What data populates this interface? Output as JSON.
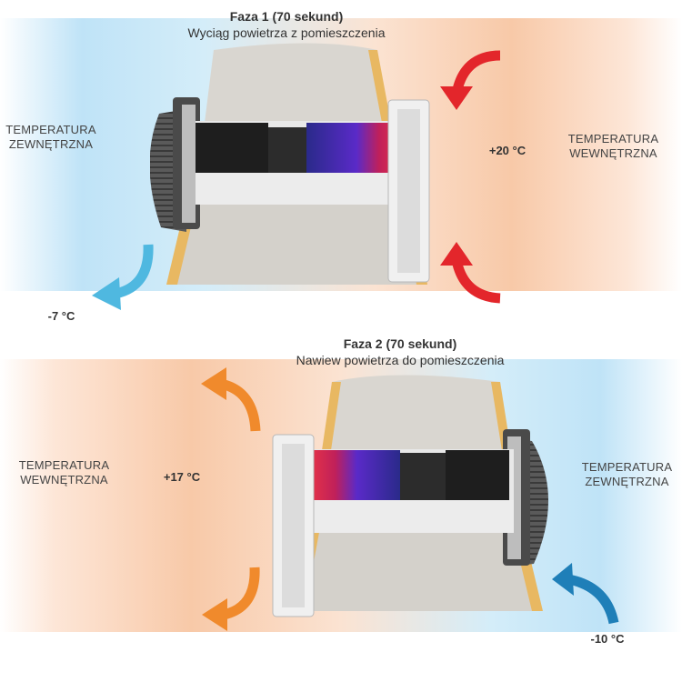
{
  "phase1": {
    "title": "Faza 1 (70 sekund)",
    "subtitle": "Wyciąg powietrza z pomieszczenia",
    "outside_label": "TEMPERATURA\nZEWNĘTRZNA",
    "inside_label": "TEMPERATURA\nWEWNĘTRZNA",
    "inside_temp": "+20 °C",
    "outside_temp": "-7 °C"
  },
  "phase2": {
    "title": "Faza 2 (70 sekund)",
    "subtitle": "Nawiew powietrza do pomieszczenia",
    "inside_label": "TEMPERATURA\nWEWNĘTRZNA",
    "outside_label": "TEMPERATURA\nZEWNĘTRZNA",
    "inside_temp": "+17 °C",
    "outside_temp": "-10 °C"
  },
  "colors": {
    "cold_arrow_light": "#4fb8e0",
    "cold_arrow_dark": "#1f7fb8",
    "warm_arrow": "#f08a2c",
    "hot_arrow": "#e3262b"
  }
}
